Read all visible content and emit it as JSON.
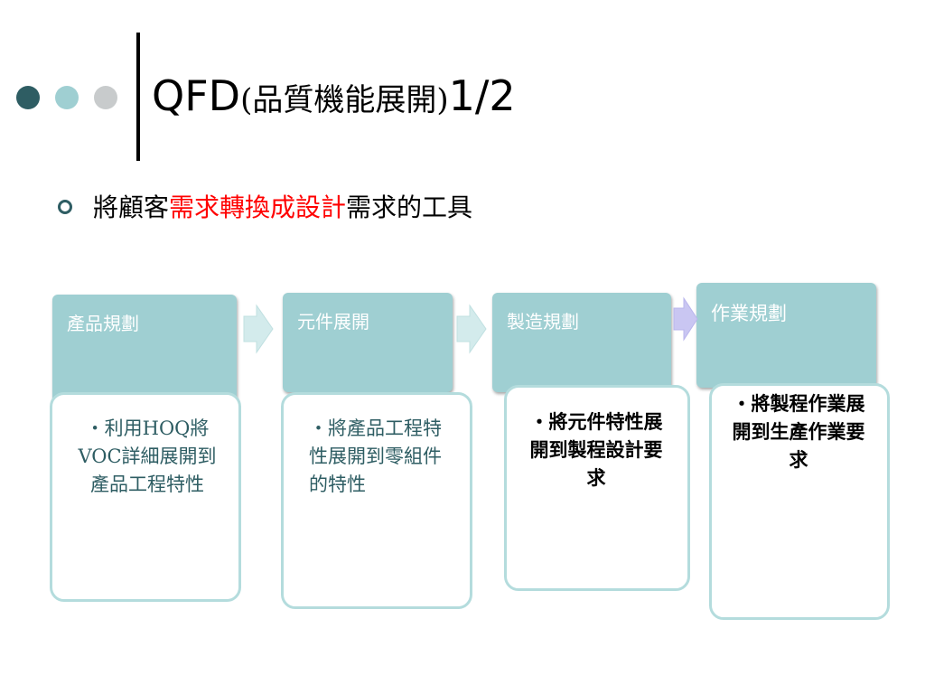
{
  "slide": {
    "title_prefix": "QFD",
    "title_cjk": "(品質機能展開)",
    "title_suffix": "1/2",
    "bullet_part1": "將顧客",
    "bullet_highlight": "需求轉換成設計",
    "bullet_part2": "需求的工具"
  },
  "process": [
    {
      "header": "產品規劃",
      "body": "‧利用HOQ將VOC詳細展開到產品工程特性"
    },
    {
      "header": "元件展開",
      "body": "‧將產品工程特性展開到零組件的特性"
    },
    {
      "header": "製造規劃",
      "body": "‧將元件特性展開到製程設計要求"
    },
    {
      "header": "作業規劃",
      "body": "‧將製程作業展開到生產作業要求"
    }
  ],
  "colors": {
    "header_fill": "#9fcfd2",
    "card_border": "#b4dcdd",
    "highlight": "#ff0000",
    "dark_teal": "#2e5d63"
  }
}
